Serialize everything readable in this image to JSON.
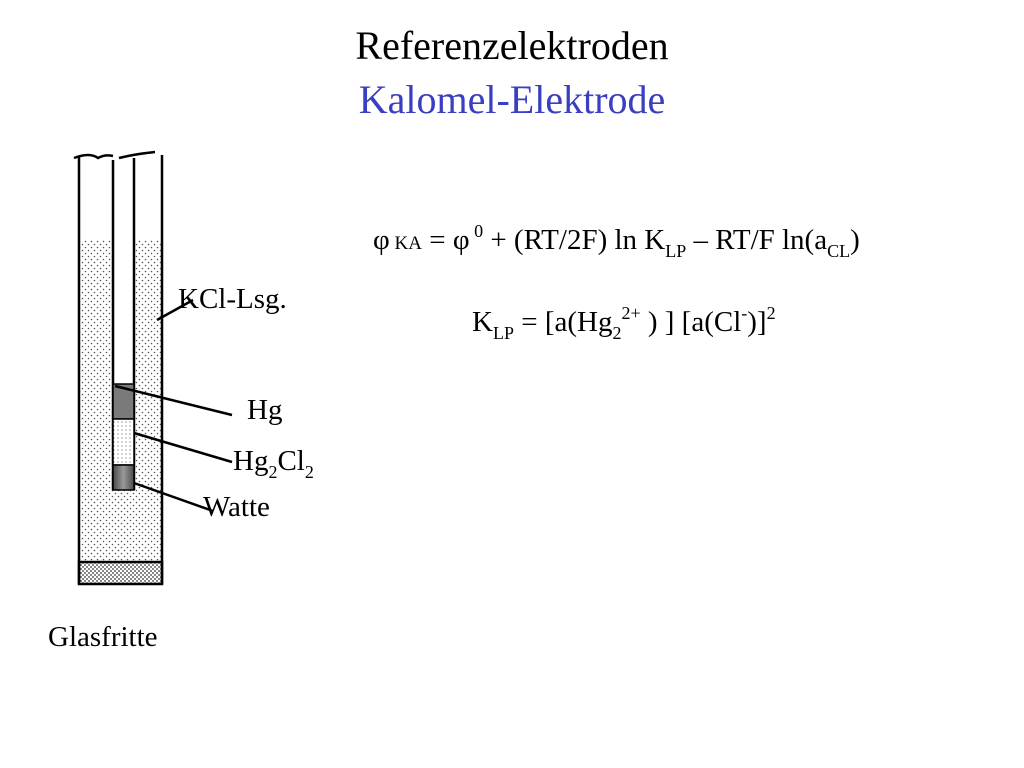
{
  "slide": {
    "title": "Referenzelektroden",
    "subtitle": "Kalomel-Elektrode"
  },
  "labels": {
    "kcl": "KCl-Lsg.",
    "hg": "Hg",
    "hg2cl2_main": "Hg",
    "hg2cl2_sub1": "2",
    "hg2cl2_cl": "Cl",
    "hg2cl2_sub2": "2",
    "watte": "Watte",
    "glasfritte": "Glasfritte"
  },
  "equation1": {
    "phi1": "φ",
    "ka": " KA",
    "eq": " = ",
    "phi2": "φ",
    "zero": " 0",
    "rest": " + (RT/2F) ln K",
    "lp": "LP",
    "rest2": " – RT/F ln(a",
    "cl": "CL",
    "close": ")"
  },
  "equation2": {
    "k": "K",
    "lp": "LP",
    "eq": "  =  [a(Hg",
    "sub2": "2",
    "sup2": "2+",
    "mid": " ) ] [a(Cl",
    "supminus": "-",
    "close": ")]",
    "pow": "2"
  },
  "colors": {
    "title": "#000000",
    "subtitle": "#3a3ec0",
    "hg": "#7a7a7a",
    "watte": "#6e6e6e"
  }
}
